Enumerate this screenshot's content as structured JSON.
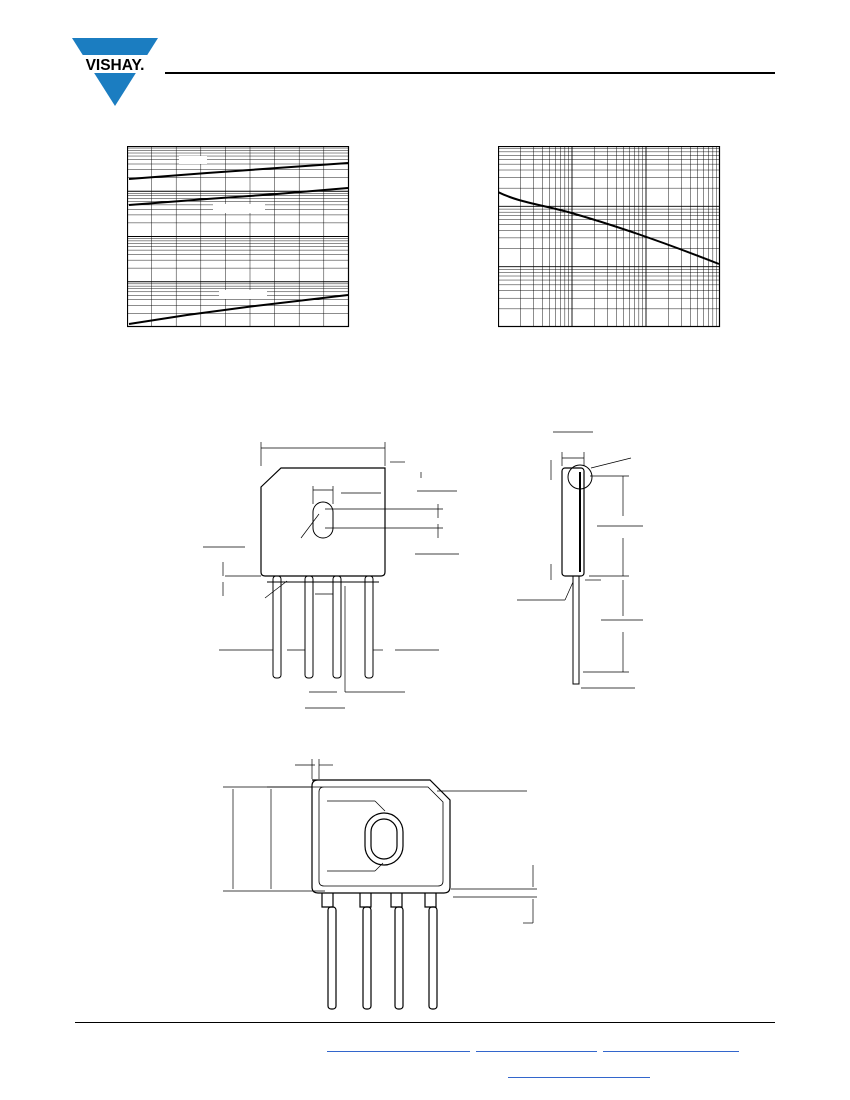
{
  "header": {
    "brand": {
      "logo_text": "VISHAY."
    }
  },
  "colors": {
    "brand_blue": "#1b7dc1",
    "link_blue": "#3366cc",
    "ink": "#000000"
  },
  "figures": {
    "chart_left": {
      "name": "left-log-graph"
    },
    "chart_right": {
      "name": "right-log-graph"
    },
    "drawing_front": {
      "name": "package-front-view"
    },
    "drawing_side": {
      "name": "package-side-view"
    },
    "drawing_bottom": {
      "name": "package-outline-view"
    }
  },
  "footer": {
    "links": [
      {
        "name": "footer-link-1"
      },
      {
        "name": "footer-link-2"
      },
      {
        "name": "footer-link-3"
      },
      {
        "name": "footer-link-4"
      }
    ]
  }
}
